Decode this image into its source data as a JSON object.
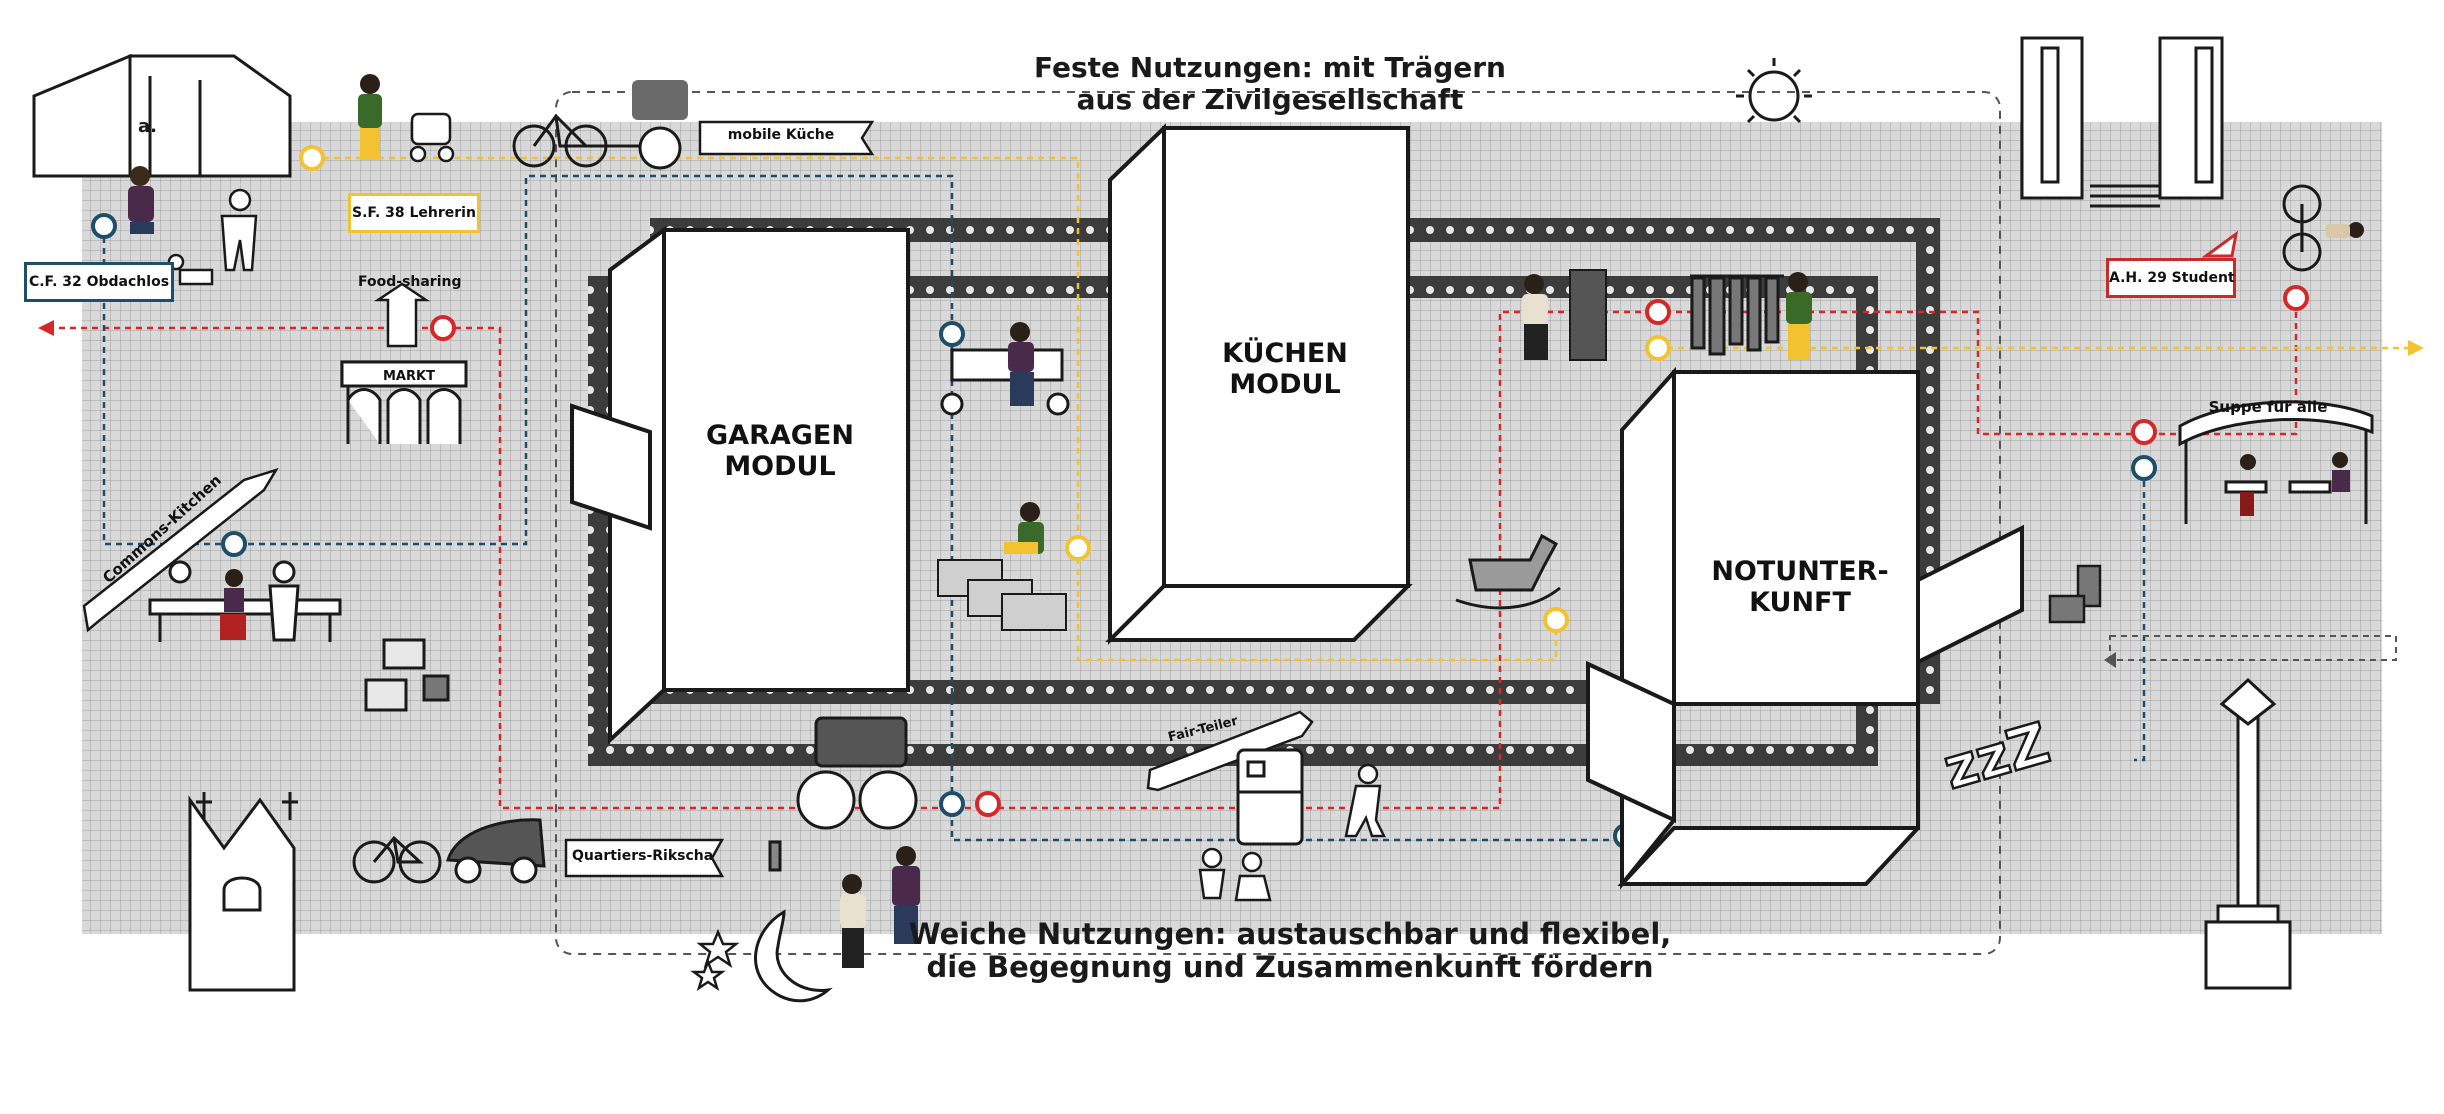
{
  "headings": {
    "top_line1": "Feste Nutzungen: mit Trägern",
    "top_line2": "aus der Zivilgesellschaft",
    "bottom_line1": "Weiche Nutzungen: austauschbar und flexibel,",
    "bottom_line2": "die Begegnung und Zusammenkunft fördern"
  },
  "modules": {
    "garagen_line1": "GARAGEN",
    "garagen_line2": "MODUL",
    "kuechen_line1": "KÜCHEN",
    "kuechen_line2": "MODUL",
    "notunterkunft_line1": "NOTUNTER-",
    "notunterkunft_line2": "KUNFT"
  },
  "personas": {
    "obdachlos": "C.F. 32 Obdachlos",
    "lehrerin": "S.F. 38 Lehrerin",
    "student": "A.H. 29 Student"
  },
  "labels": {
    "mobile_kueche": "mobile Küche",
    "food_sharing": "Food-sharing",
    "markt": "MARKT",
    "commons_kitchen": "Commons-Kitchen",
    "suppe_fuer_alle": "Suppe für alle",
    "fair_teiler": "Fair-Teiler",
    "quartiers_rikscha": "Quartiers-Rikscha"
  },
  "colors": {
    "grid_background": "#d9d9d9",
    "route_red": "#d62828",
    "route_yellow": "#f2c230",
    "route_blue": "#1f4e6a",
    "frame_dark": "#3c3c3c",
    "outline": "#1a1a1a"
  },
  "icons": [
    "building-icon",
    "bicycle-icon",
    "cart-icon",
    "sun-icon",
    "towers-icon",
    "church-icon",
    "moon-icon",
    "star-icon",
    "horse-icon",
    "zzz-icon",
    "angel-statue-icon",
    "market-stall-icon",
    "fridge-icon",
    "rikscha-icon",
    "table-icon",
    "clothes-rack-icon",
    "tool-board-icon",
    "figure-icon"
  ]
}
